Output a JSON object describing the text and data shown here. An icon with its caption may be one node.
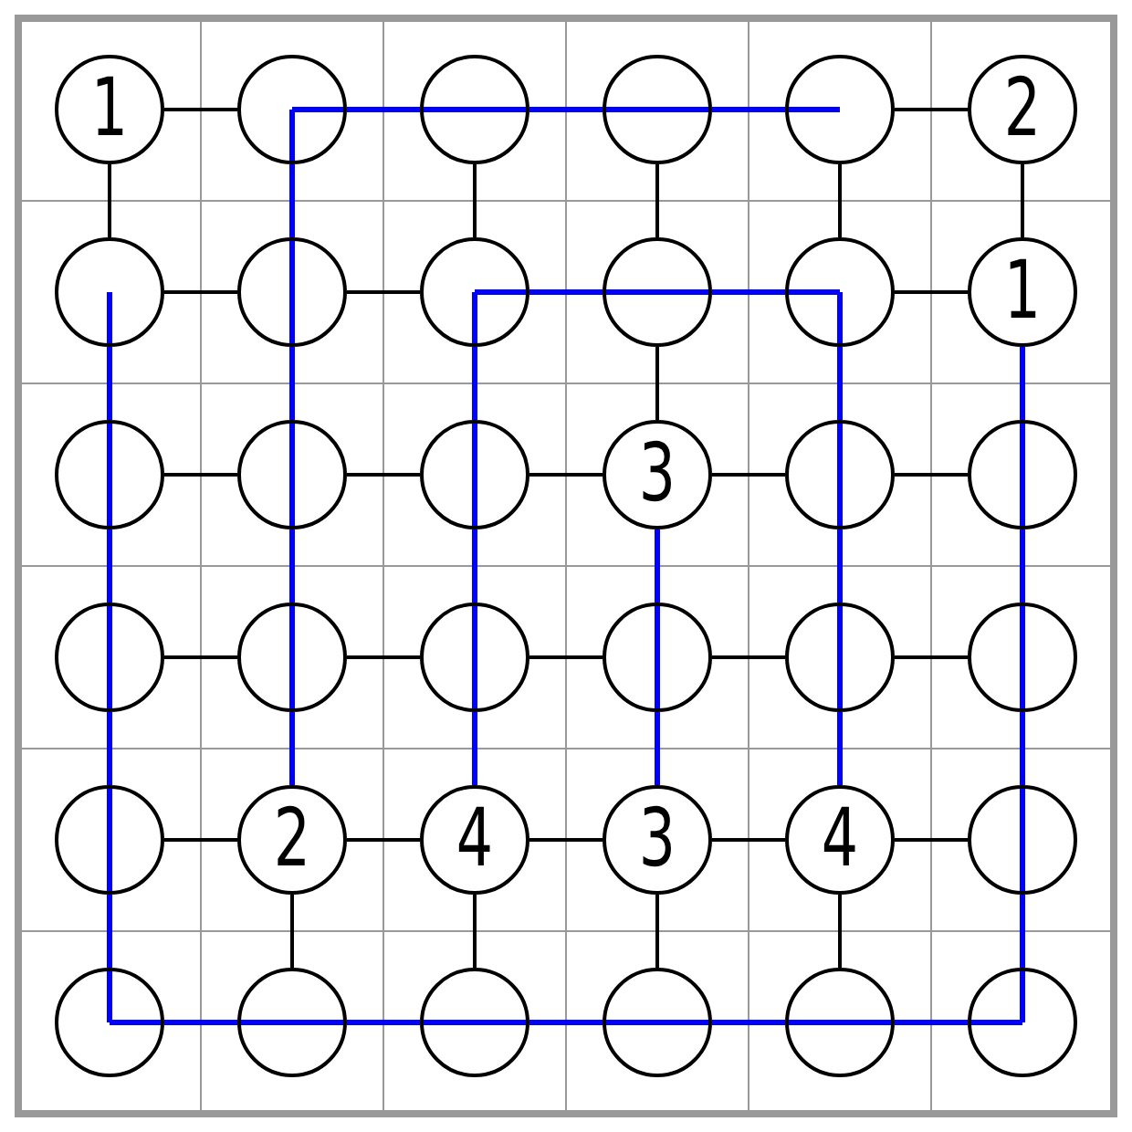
{
  "diagram": {
    "nodes": [
      {
        "text": [
          "1"
        ]
      },
      {
        "text": [],
        "shape": "circle"
      },
      {
        "text": [],
        "shape": "circle"
      },
      {
        "text": [],
        "shape": "circle"
      },
      {
        "text": [],
        "shape": "circle"
      },
      {
        "text": [
          "2"
        ]
      },
      {
        "text": [],
        "shape": "circle"
      },
      {
        "text": [],
        "shape": "circle"
      },
      {
        "text": [],
        "shape": "circle"
      },
      {
        "text": [],
        "shape": "circle"
      },
      {
        "text": [],
        "shape": "circle"
      },
      {
        "text": [
          "1"
        ]
      },
      {
        "text": [],
        "shape": "circle"
      },
      {
        "text": [],
        "shape": "circle"
      },
      {
        "text": [],
        "shape": "circle"
      },
      {
        "text": [
          "3"
        ]
      },
      {
        "text": [],
        "shape": "circle"
      },
      {
        "text": [],
        "shape": "circle"
      },
      {
        "text": [],
        "shape": "circle"
      },
      {
        "text": [],
        "shape": "circle"
      },
      {
        "text": [],
        "shape": "circle"
      },
      {
        "text": [],
        "shape": "circle"
      },
      {
        "text": [],
        "shape": "circle"
      },
      {
        "text": [],
        "shape": "circle"
      },
      {
        "text": [],
        "shape": "circle"
      },
      {
        "text": [
          "2"
        ]
      },
      {
        "text": [
          "4"
        ]
      },
      {
        "text": [
          "3"
        ]
      },
      {
        "text": [
          "4"
        ]
      },
      {
        "text": [],
        "shape": "circle"
      },
      {
        "text": [],
        "shape": "circle"
      },
      {
        "text": [],
        "shape": "circle"
      },
      {
        "text": [],
        "shape": "circle"
      },
      {
        "text": [],
        "shape": "circle"
      },
      {
        "text": [],
        "shape": "circle"
      },
      {
        "text": [],
        "shape": "circle"
      }
    ],
    "edges": [
      {
        "from": 0,
        "to": 1,
        "arrow": "none"
      },
      {
        "from": 0,
        "to": 6,
        "arrow": "none"
      },
      {
        "from": 1,
        "to": 2,
        "arrow": "none",
        "color": "#0000ff"
      },
      {
        "from": 1,
        "to": 7,
        "arrow": "none",
        "color": "#0000ff"
      },
      {
        "from": 2,
        "to": 3,
        "arrow": "none",
        "color": "#0000ff"
      },
      {
        "from": 2,
        "to": 8,
        "arrow": "none"
      },
      {
        "from": 3,
        "to": 4,
        "arrow": "none",
        "color": "#0000ff"
      },
      {
        "from": 3,
        "to": 9,
        "arrow": "none"
      },
      {
        "from": 4,
        "to": 5,
        "arrow": "none"
      },
      {
        "from": 4,
        "to": 10,
        "arrow": "none"
      },
      {
        "from": 5,
        "to": 11,
        "arrow": "none"
      },
      {
        "from": 6,
        "to": 7,
        "arrow": "none"
      },
      {
        "from": 6,
        "to": 12,
        "arrow": "none",
        "color": "#0000ff"
      },
      {
        "from": 7,
        "to": 8,
        "arrow": "none"
      },
      {
        "from": 7,
        "to": 13,
        "arrow": "none",
        "color": "#0000ff"
      },
      {
        "from": 8,
        "to": 9,
        "arrow": "none",
        "color": "#0000ff"
      },
      {
        "from": 8,
        "to": 14,
        "arrow": "none",
        "color": "#0000ff"
      },
      {
        "from": 9,
        "to": 10,
        "arrow": "none",
        "color": "#0000ff"
      },
      {
        "from": 9,
        "to": 15,
        "arrow": "none"
      },
      {
        "from": 10,
        "to": 11,
        "arrow": "none"
      },
      {
        "from": 10,
        "to": 16,
        "arrow": "none",
        "color": "#0000ff"
      },
      {
        "from": 11,
        "to": 17,
        "arrow": "none",
        "color": "#0000ff"
      },
      {
        "from": 12,
        "to": 13,
        "arrow": "none"
      },
      {
        "from": 12,
        "to": 18,
        "arrow": "none",
        "color": "#0000ff"
      },
      {
        "from": 13,
        "to": 14,
        "arrow": "none"
      },
      {
        "from": 13,
        "to": 19,
        "arrow": "none",
        "color": "#0000ff"
      },
      {
        "from": 14,
        "to": 15,
        "arrow": "none"
      },
      {
        "from": 14,
        "to": 20,
        "arrow": "none",
        "color": "#0000ff"
      },
      {
        "from": 15,
        "to": 16,
        "arrow": "none"
      },
      {
        "from": 15,
        "to": 21,
        "arrow": "none",
        "color": "#0000ff"
      },
      {
        "from": 16,
        "to": 17,
        "arrow": "none"
      },
      {
        "from": 16,
        "to": 22,
        "arrow": "none",
        "color": "#0000ff"
      },
      {
        "from": 17,
        "to": 23,
        "arrow": "none",
        "color": "#0000ff"
      },
      {
        "from": 18,
        "to": 19,
        "arrow": "none"
      },
      {
        "from": 18,
        "to": 24,
        "arrow": "none",
        "color": "#0000ff"
      },
      {
        "from": 19,
        "to": 20,
        "arrow": "none"
      },
      {
        "from": 19,
        "to": 25,
        "arrow": "none",
        "color": "#0000ff"
      },
      {
        "from": 20,
        "to": 21,
        "arrow": "none"
      },
      {
        "from": 20,
        "to": 26,
        "arrow": "none",
        "color": "#0000ff"
      },
      {
        "from": 21,
        "to": 22,
        "arrow": "none"
      },
      {
        "from": 21,
        "to": 27,
        "arrow": "none",
        "color": "#0000ff"
      },
      {
        "from": 22,
        "to": 23,
        "arrow": "none"
      },
      {
        "from": 22,
        "to": 28,
        "arrow": "none",
        "color": "#0000ff"
      },
      {
        "from": 23,
        "to": 29,
        "arrow": "none",
        "color": "#0000ff"
      },
      {
        "from": 24,
        "to": 25,
        "arrow": "none"
      },
      {
        "from": 24,
        "to": 30,
        "arrow": "none",
        "color": "#0000ff"
      },
      {
        "from": 25,
        "to": 26,
        "arrow": "none"
      },
      {
        "from": 25,
        "to": 31,
        "arrow": "none"
      },
      {
        "from": 26,
        "to": 27,
        "arrow": "none"
      },
      {
        "from": 26,
        "to": 32,
        "arrow": "none"
      },
      {
        "from": 27,
        "to": 28,
        "arrow": "none"
      },
      {
        "from": 27,
        "to": 33,
        "arrow": "none"
      },
      {
        "from": 28,
        "to": 29,
        "arrow": "none"
      },
      {
        "from": 28,
        "to": 34,
        "arrow": "none"
      },
      {
        "from": 29,
        "to": 35,
        "arrow": "none",
        "color": "#0000ff"
      },
      {
        "from": 30,
        "to": 31,
        "arrow": "none",
        "color": "#0000ff"
      },
      {
        "from": 31,
        "to": 32,
        "arrow": "none",
        "color": "#0000ff"
      },
      {
        "from": 32,
        "to": 33,
        "arrow": "none",
        "color": "#0000ff"
      },
      {
        "from": 33,
        "to": 34,
        "arrow": "none",
        "color": "#0000ff"
      },
      {
        "from": 34,
        "to": 35,
        "arrow": "none",
        "color": "#0000ff"
      }
    ]
  }
}
